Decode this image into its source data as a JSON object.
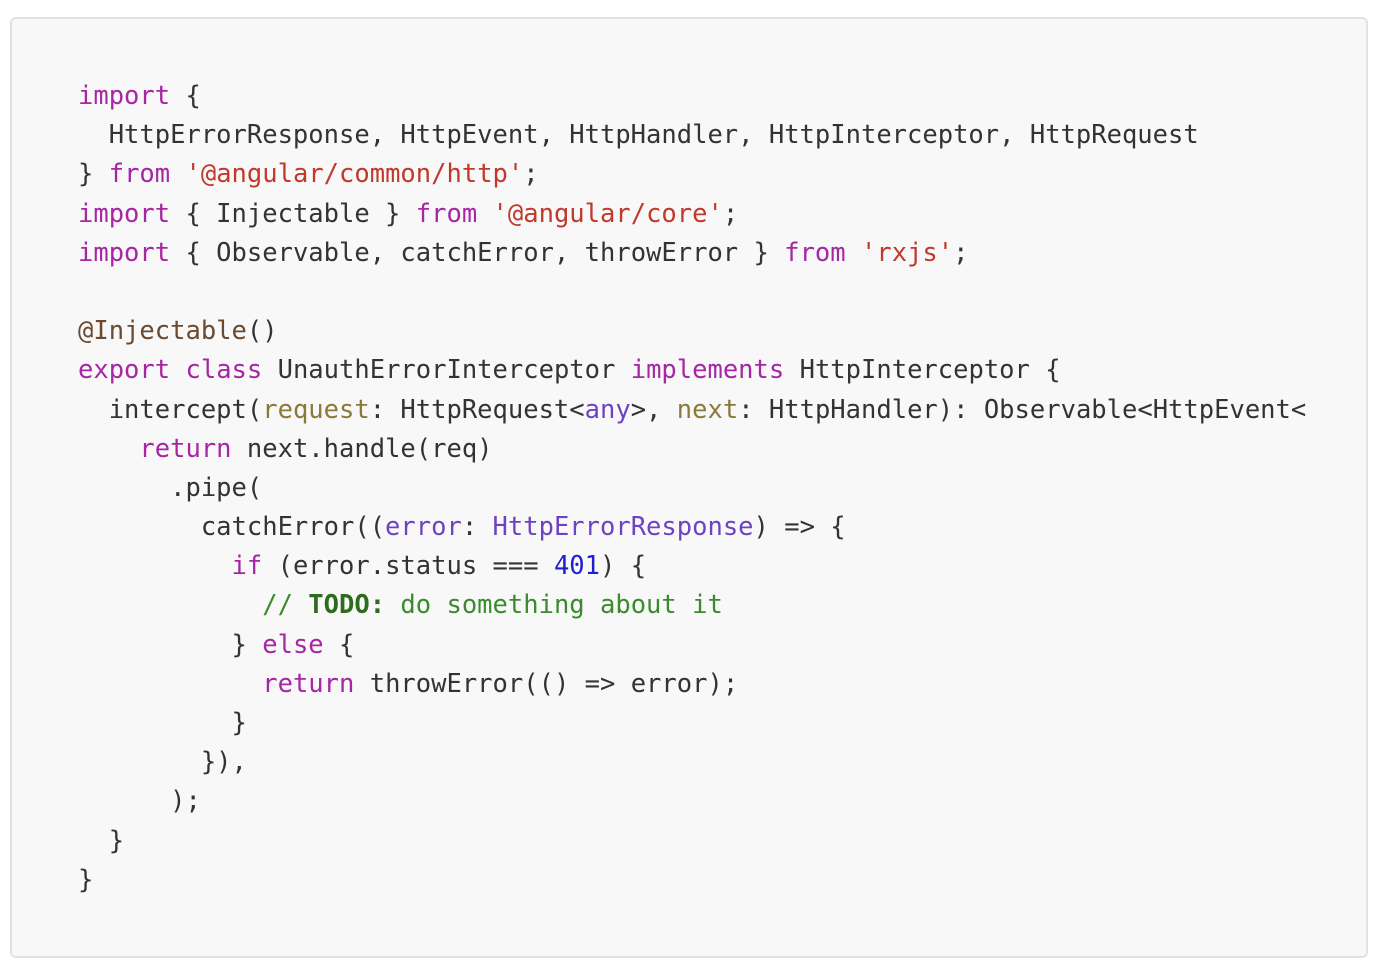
{
  "code": {
    "language": "typescript",
    "lines": [
      [
        {
          "t": "kw",
          "v": "import"
        },
        {
          "t": "plain",
          "v": " {"
        }
      ],
      [
        {
          "t": "plain",
          "v": "  HttpErrorResponse, HttpEvent, HttpHandler, HttpInterceptor, HttpRequest"
        }
      ],
      [
        {
          "t": "plain",
          "v": "} "
        },
        {
          "t": "kw",
          "v": "from"
        },
        {
          "t": "plain",
          "v": " "
        },
        {
          "t": "str",
          "v": "'@angular/common/http'"
        },
        {
          "t": "plain",
          "v": ";"
        }
      ],
      [
        {
          "t": "kw",
          "v": "import"
        },
        {
          "t": "plain",
          "v": " { Injectable } "
        },
        {
          "t": "kw",
          "v": "from"
        },
        {
          "t": "plain",
          "v": " "
        },
        {
          "t": "str",
          "v": "'@angular/core'"
        },
        {
          "t": "plain",
          "v": ";"
        }
      ],
      [
        {
          "t": "kw",
          "v": "import"
        },
        {
          "t": "plain",
          "v": " { Observable, catchError, throwError } "
        },
        {
          "t": "kw",
          "v": "from"
        },
        {
          "t": "plain",
          "v": " "
        },
        {
          "t": "str",
          "v": "'rxjs'"
        },
        {
          "t": "plain",
          "v": ";"
        }
      ],
      [],
      [
        {
          "t": "deco",
          "v": "@Injectable"
        },
        {
          "t": "plain",
          "v": "()"
        }
      ],
      [
        {
          "t": "kw",
          "v": "export"
        },
        {
          "t": "plain",
          "v": " "
        },
        {
          "t": "kw",
          "v": "class"
        },
        {
          "t": "plain",
          "v": " UnauthErrorInterceptor "
        },
        {
          "t": "kw",
          "v": "implements"
        },
        {
          "t": "plain",
          "v": " HttpInterceptor {"
        }
      ],
      [
        {
          "t": "plain",
          "v": "  intercept("
        },
        {
          "t": "param",
          "v": "request"
        },
        {
          "t": "plain",
          "v": ": HttpRequest<"
        },
        {
          "t": "type",
          "v": "any"
        },
        {
          "t": "plain",
          "v": ">, "
        },
        {
          "t": "param",
          "v": "next"
        },
        {
          "t": "plain",
          "v": ": HttpHandler): Observable<HttpEvent<"
        }
      ],
      [
        {
          "t": "plain",
          "v": "    "
        },
        {
          "t": "kw",
          "v": "return"
        },
        {
          "t": "plain",
          "v": " next.handle(req)"
        }
      ],
      [
        {
          "t": "plain",
          "v": "      .pipe("
        }
      ],
      [
        {
          "t": "plain",
          "v": "        catchError(("
        },
        {
          "t": "type",
          "v": "error"
        },
        {
          "t": "plain",
          "v": ": "
        },
        {
          "t": "type",
          "v": "HttpErrorResponse"
        },
        {
          "t": "plain",
          "v": ") => {"
        }
      ],
      [
        {
          "t": "plain",
          "v": "          "
        },
        {
          "t": "kw",
          "v": "if"
        },
        {
          "t": "plain",
          "v": " (error.status === "
        },
        {
          "t": "num",
          "v": "401"
        },
        {
          "t": "plain",
          "v": ") {"
        }
      ],
      [
        {
          "t": "plain",
          "v": "            "
        },
        {
          "t": "comment",
          "v": "// "
        },
        {
          "t": "todo",
          "v": "TODO:"
        },
        {
          "t": "comment",
          "v": " do something about it"
        }
      ],
      [
        {
          "t": "plain",
          "v": "          } "
        },
        {
          "t": "kw",
          "v": "else"
        },
        {
          "t": "plain",
          "v": " {"
        }
      ],
      [
        {
          "t": "plain",
          "v": "            "
        },
        {
          "t": "kw",
          "v": "return"
        },
        {
          "t": "plain",
          "v": " throwError(() => error);"
        }
      ],
      [
        {
          "t": "plain",
          "v": "          }"
        }
      ],
      [
        {
          "t": "plain",
          "v": "        }),"
        }
      ],
      [
        {
          "t": "plain",
          "v": "      );"
        }
      ],
      [
        {
          "t": "plain",
          "v": "  }"
        }
      ],
      [
        {
          "t": "plain",
          "v": "}"
        }
      ]
    ]
  },
  "colors": {
    "keyword": "#a626a4",
    "string": "#c0392b",
    "decorator": "#6a4a30",
    "parameter": "#8a7a3a",
    "type": "#6f42c1",
    "number": "#1f1fd2",
    "comment": "#3c8a2e",
    "background": "#f8f8f8",
    "border": "#e2e2e2"
  }
}
